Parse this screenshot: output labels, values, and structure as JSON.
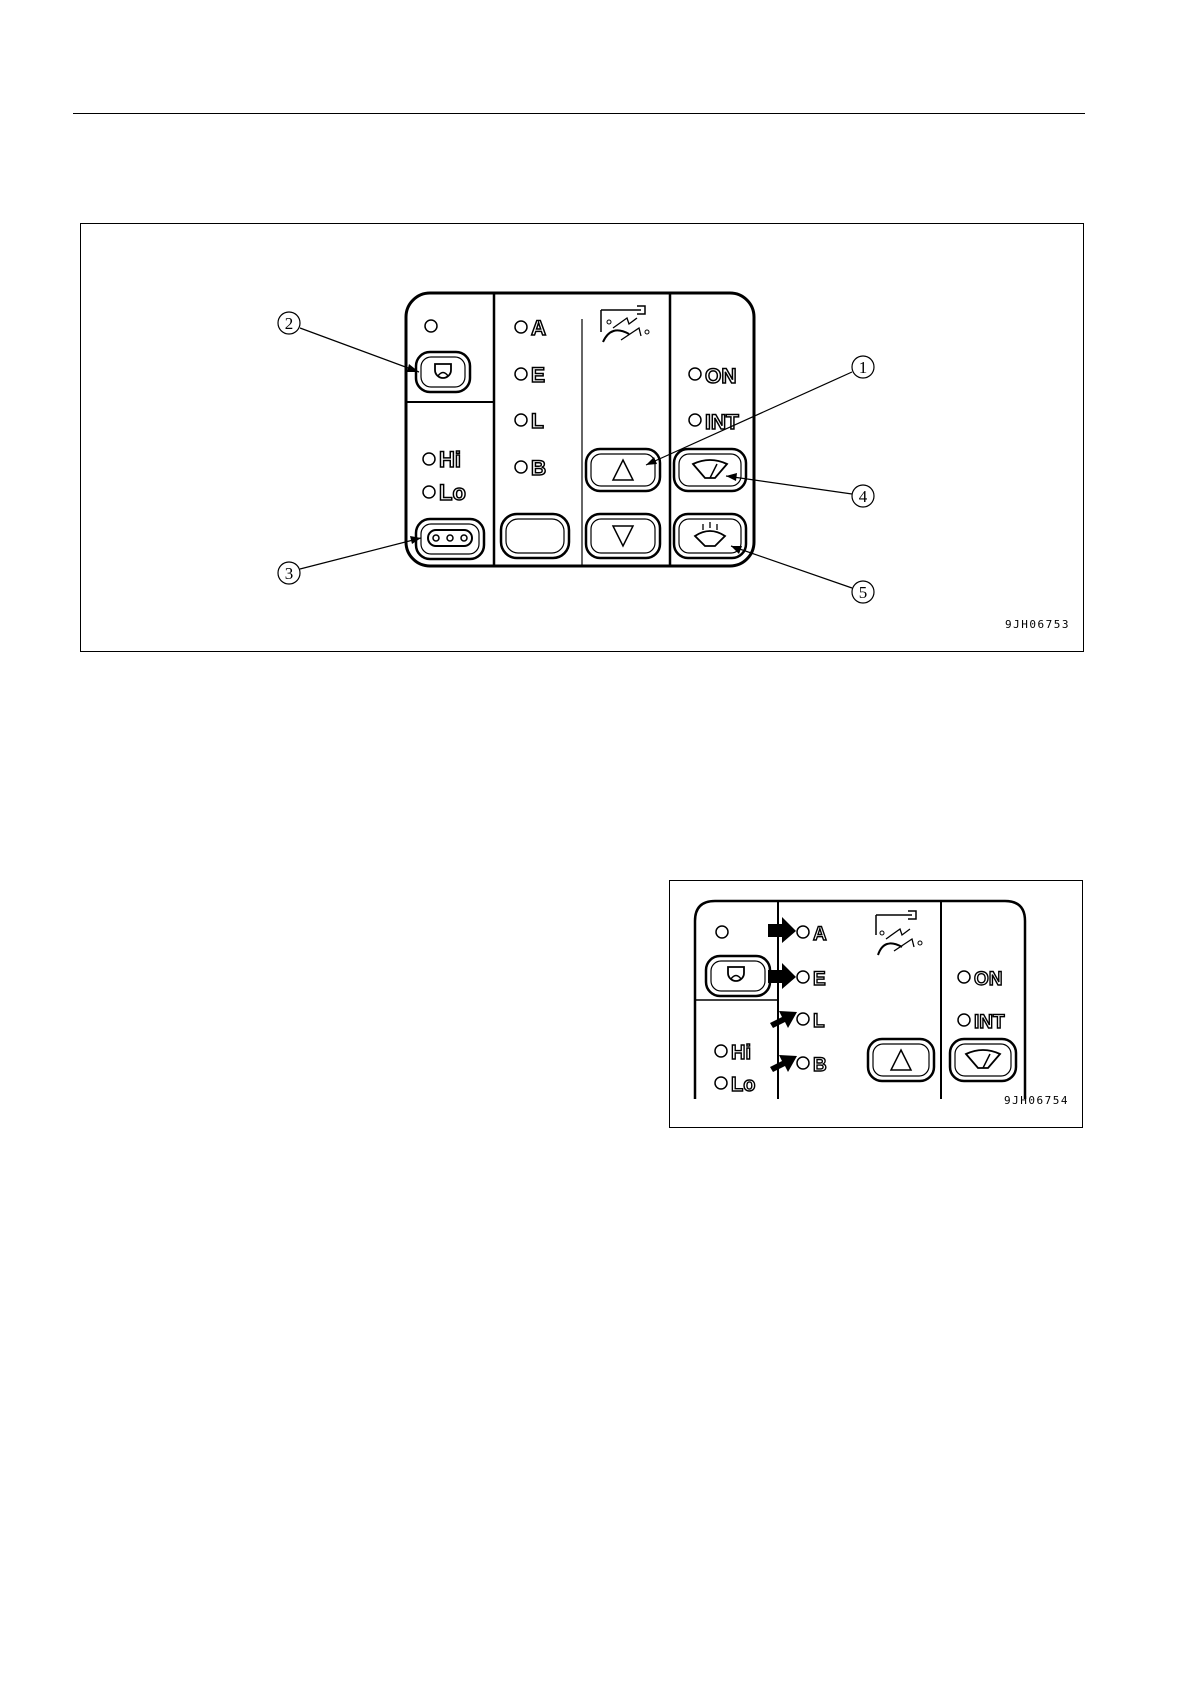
{
  "figure_top": {
    "code": "9JH06753",
    "left_section": {
      "hi_label": "Hi",
      "lo_label": "Lo"
    },
    "middle_section": {
      "indicators": [
        "A",
        "E",
        "L",
        "B"
      ]
    },
    "right_section": {
      "on_label": "ON",
      "int_label": "INT"
    },
    "callouts": [
      "1",
      "2",
      "3",
      "4",
      "5"
    ]
  },
  "figure_bottom": {
    "code": "9JH06754",
    "left_section": {
      "hi_label": "Hi",
      "lo_label": "Lo"
    },
    "middle_section": {
      "indicators": [
        "A",
        "E",
        "L",
        "B"
      ]
    },
    "right_section": {
      "on_label": "ON",
      "int_label": "INT"
    }
  }
}
